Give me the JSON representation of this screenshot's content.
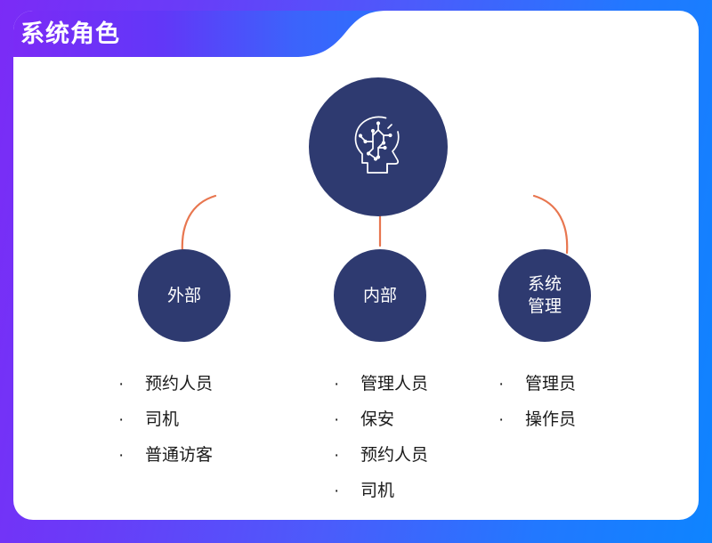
{
  "header": {
    "title": "系统角色",
    "gradient_start": "#7B2BF6",
    "gradient_end": "#0E84FF"
  },
  "theme": {
    "page_gradient_start": "#7B2BF6",
    "page_gradient_end": "#0E84FF",
    "card_background": "#FFFFFF",
    "node_color": "#2E3A70",
    "connector_color": "#E8764F",
    "text_color": "#1B1B1B"
  },
  "diagram": {
    "hub": {
      "icon": "ai-head-brain-circuit-icon",
      "label": ""
    },
    "branches": [
      {
        "label": "外部",
        "label_lines": [
          "外部"
        ],
        "bullet_marker": "·",
        "items": [
          "预约人员",
          "司机",
          "普通访客"
        ]
      },
      {
        "label": "内部",
        "label_lines": [
          "内部"
        ],
        "bullet_marker": "·",
        "items": [
          "管理人员",
          "保安",
          "预约人员",
          "司机"
        ]
      },
      {
        "label": "系统管理",
        "label_lines": [
          "系统",
          "管理"
        ],
        "bullet_marker": "·",
        "items": [
          "管理员",
          "操作员"
        ]
      }
    ]
  }
}
